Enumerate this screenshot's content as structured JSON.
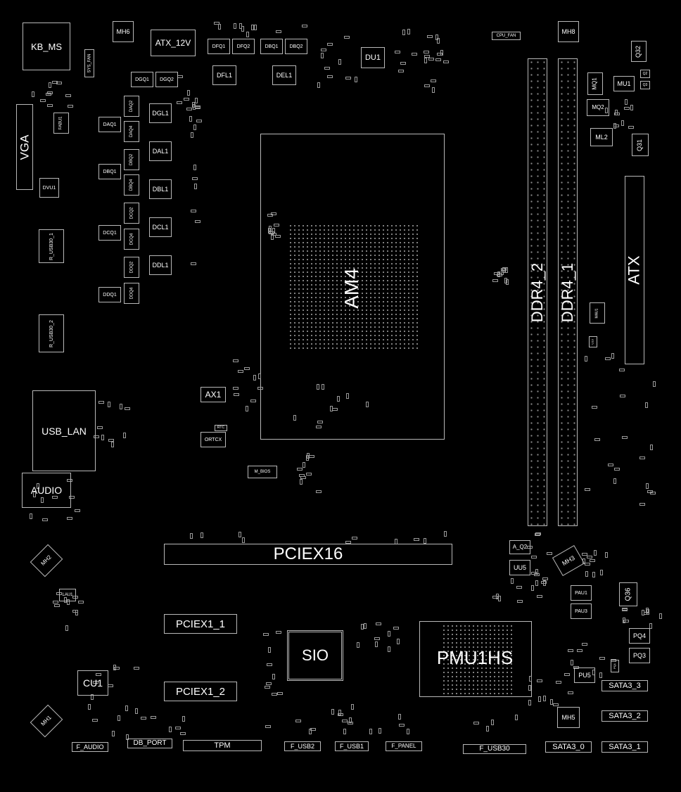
{
  "board": {
    "components": {
      "kb_ms": "KB_MS",
      "mh6": "MH6",
      "sys_fan": "SYS_FAN",
      "atx_12v": "ATX_12V",
      "dfq1": "DFQ1",
      "dfq2": "DFQ2",
      "dbq1_top": "DBQ1",
      "dbq2_top": "DBQ2",
      "du1": "DU1",
      "cpu_fan": "CPU_FAN",
      "mh8": "MH8",
      "dgq1": "DGQ1",
      "dgq2": "DGQ2",
      "dfl1": "DFL1",
      "del1": "DEL1",
      "dgl1": "DGL1",
      "dal1": "DAL1",
      "dbl1": "DBL1",
      "dcl1": "DCL1",
      "ddl1": "DDL1",
      "daq1": "DAQ1",
      "dbq1": "DBQ1",
      "dcq1": "DCQ1",
      "ddq1": "DDQ1",
      "daq2": "DAQ2",
      "daq4": "DAQ4",
      "dbq2": "DBQ2",
      "dbq4": "DBQ4",
      "dcq2": "DCQ2",
      "dcq4": "DCQ4",
      "ddq2": "DDQ2",
      "ddq4": "DDQ4",
      "vga": "VGA",
      "fabu1": "FABU1",
      "dvu1": "DVU1",
      "r_usb30_1": "R_USB30_1",
      "r_usb30_2": "R_USB30_2",
      "am4": "AM4",
      "mu1": "MU1",
      "mq1": "MQ1",
      "mq2": "MQ2",
      "ml2": "ML2",
      "q32": "Q32",
      "q31": "Q31",
      "q2": "Q2",
      "q3": "Q3",
      "ddr4_2": "DDR4_2",
      "ddr4_1": "DDR4_1",
      "atx": "ATX",
      "mau1": "MAU1",
      "u13": "U13",
      "usb_lan": "USB_LAN",
      "audio": "AUDIO",
      "ax1": "AX1",
      "rtc": "RTC",
      "ortcx": "ORTCX",
      "m_bios": "M_BIOS",
      "pciex16": "PCIEX16",
      "mh2": "MH2",
      "lau1": "LAU1",
      "a_q2": "A_Q2",
      "uu5": "UU5",
      "mh3": "MH3",
      "pau1": "PAU1",
      "pau3": "PAU3",
      "q36": "Q36",
      "pciex1_1": "PCIEX1_1",
      "pciex1_2": "PCIEX1_2",
      "sio": "SIO",
      "pmu1hs": "PMU1HS",
      "pu5": "PU5",
      "pq4": "PQ4",
      "pq3": "PQ3",
      "pq1": "PQ1",
      "sata3_3": "SATA3_3",
      "sata3_2": "SATA3_2",
      "sata3_0": "SATA3_0",
      "sata3_1": "SATA3_1",
      "mh5": "MH5",
      "cu1": "CU1",
      "mh1": "MH1",
      "f_audio": "F_AUDIO",
      "db_port": "DB_PORT",
      "tpm": "TPM",
      "f_usb2": "F_USB2",
      "f_usb1": "F_USB1",
      "f_panel": "F_PANEL",
      "f_usb30": "F_USB30"
    },
    "colors": {
      "background": "#000000",
      "outline": "#b8b8b8",
      "label": "#ffffff"
    }
  }
}
